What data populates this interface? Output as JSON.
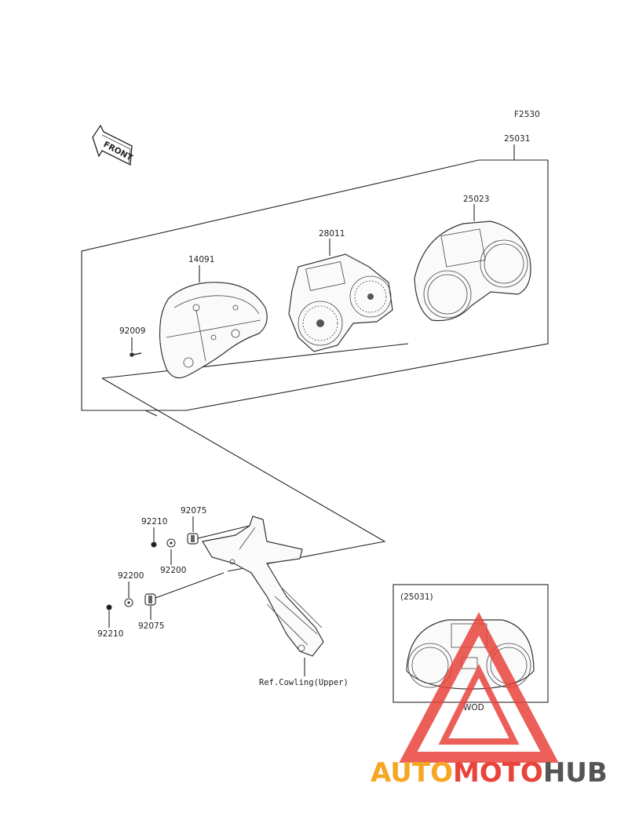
{
  "figure_code": "F2530",
  "front_label": "FRONT",
  "parts": {
    "assembly": "25031",
    "meter_case": "25023",
    "meter_unit": "28011",
    "lower_case": "14091",
    "screw": "92009",
    "bolt_upper": "92210",
    "washer_upper": "92200",
    "damper_upper": "92075",
    "washer_lower": "92200",
    "bolt_lower": "92210",
    "damper_lower": "92075"
  },
  "ref_note": "Ref.Cowling(Upper)",
  "inset": {
    "title": "(25031)",
    "variant": "WOD"
  },
  "watermark": {
    "part1": "AUTO",
    "part2": "MOTO",
    "part3": "HUB",
    "color1": "#f5a623",
    "color2": "#e8443c",
    "color3": "#555555"
  }
}
